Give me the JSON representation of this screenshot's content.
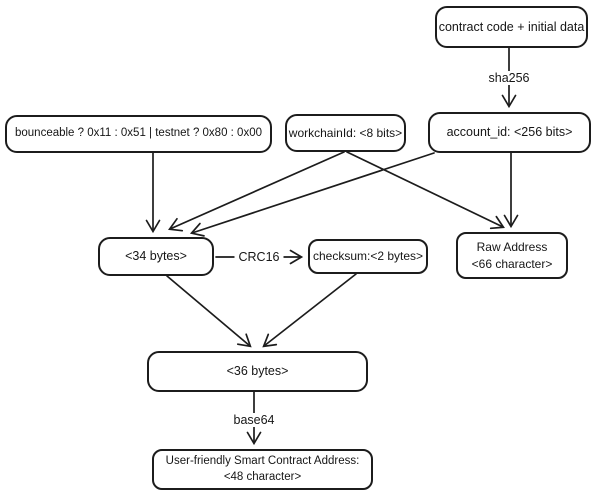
{
  "diagram": {
    "title": "smart contract address derivation flowchart",
    "colors": {
      "background": "#ffffff",
      "stroke": "#1c1c1c",
      "node_fill": "#ffffff"
    },
    "nodes": {
      "contract_code": {
        "label": "contract code + initial data"
      },
      "flags": {
        "label": "bounceable ? 0x11 : 0x51 | testnet ? 0x80 : 0x00"
      },
      "workchain": {
        "label": "workchainId: <8 bits>"
      },
      "account_id": {
        "label": "account_id: <256 bits>"
      },
      "bytes34": {
        "label": "<34 bytes>"
      },
      "checksum": {
        "label": "checksum:<2 bytes>"
      },
      "raw_address": {
        "label": "Raw Address",
        "label2": "<66 character>"
      },
      "bytes36": {
        "label": "<36 bytes>"
      },
      "friendly_address": {
        "label": "User-friendly Smart Contract Address:",
        "label2": "<48 character>"
      }
    },
    "edge_labels": {
      "sha256": "sha256",
      "crc16": "CRC16",
      "base64": "base64"
    }
  }
}
